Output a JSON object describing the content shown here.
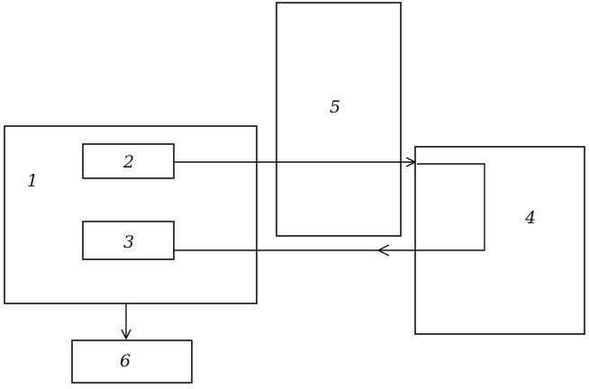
{
  "diagram": {
    "blocks": [
      {
        "id": "1",
        "label": "1"
      },
      {
        "id": "2",
        "label": "2"
      },
      {
        "id": "3",
        "label": "3"
      },
      {
        "id": "4",
        "label": "4"
      },
      {
        "id": "5",
        "label": "5"
      },
      {
        "id": "6",
        "label": "6"
      }
    ],
    "connections": [
      {
        "from": "2",
        "to": "4"
      },
      {
        "from": "4",
        "to": "3"
      },
      {
        "from": "1",
        "to": "6"
      }
    ]
  }
}
